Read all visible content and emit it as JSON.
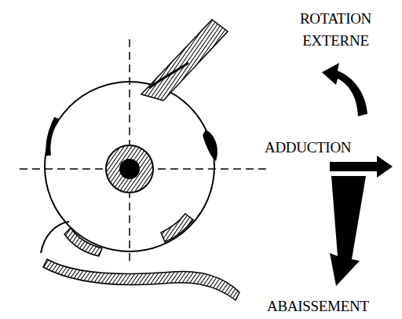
{
  "diagram": {
    "labels": [
      "ROTATION EXTERNE",
      "ADDUCTION",
      "ABAISSEMENT"
    ]
  }
}
